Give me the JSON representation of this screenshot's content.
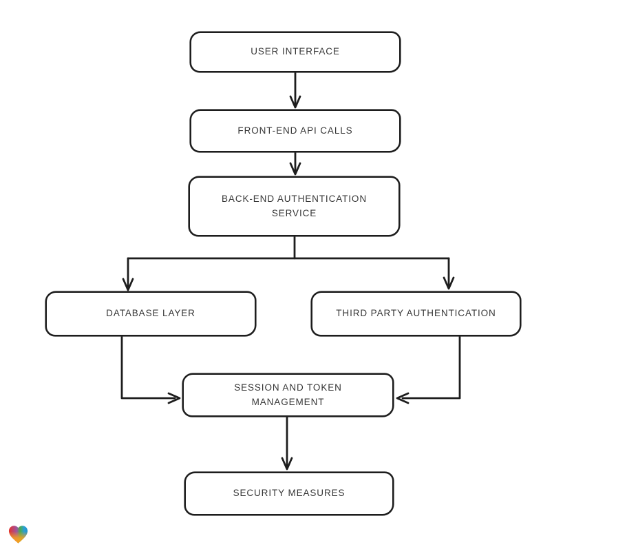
{
  "app": {
    "background_color": "#ffffff",
    "stroke_color": "#1d1d1d",
    "text_color": "#363636"
  },
  "logo": {
    "label": "heart-logo",
    "colors": {
      "red": "#e6302b",
      "purple": "#9c55a2",
      "green": "#4aab4e",
      "blue": "#2a9fd6",
      "orange": "#f7a11d"
    }
  },
  "diagram": {
    "nodes": [
      {
        "id": "user-interface",
        "lines": [
          "USER INTERFACE"
        ]
      },
      {
        "id": "front-end-api-calls",
        "lines": [
          "FRONT-END API CALLS"
        ]
      },
      {
        "id": "back-end-auth-service",
        "lines": [
          "BACK-END AUTHENTICATION",
          "SERVICE"
        ]
      },
      {
        "id": "database-layer",
        "lines": [
          "DATABASE LAYER"
        ]
      },
      {
        "id": "third-party-auth",
        "lines": [
          "THIRD PARTY AUTHENTICATION"
        ]
      },
      {
        "id": "session-token-mgmt",
        "lines": [
          "SESSION AND TOKEN",
          "MANAGEMENT"
        ]
      },
      {
        "id": "security-measures",
        "lines": [
          "SECURITY MEASURES"
        ]
      }
    ],
    "edges": [
      {
        "from": "user-interface",
        "to": "front-end-api-calls"
      },
      {
        "from": "front-end-api-calls",
        "to": "back-end-auth-service"
      },
      {
        "from": "back-end-auth-service",
        "to": "database-layer"
      },
      {
        "from": "back-end-auth-service",
        "to": "third-party-auth"
      },
      {
        "from": "database-layer",
        "to": "session-token-mgmt"
      },
      {
        "from": "third-party-auth",
        "to": "session-token-mgmt"
      },
      {
        "from": "session-token-mgmt",
        "to": "security-measures"
      }
    ]
  }
}
